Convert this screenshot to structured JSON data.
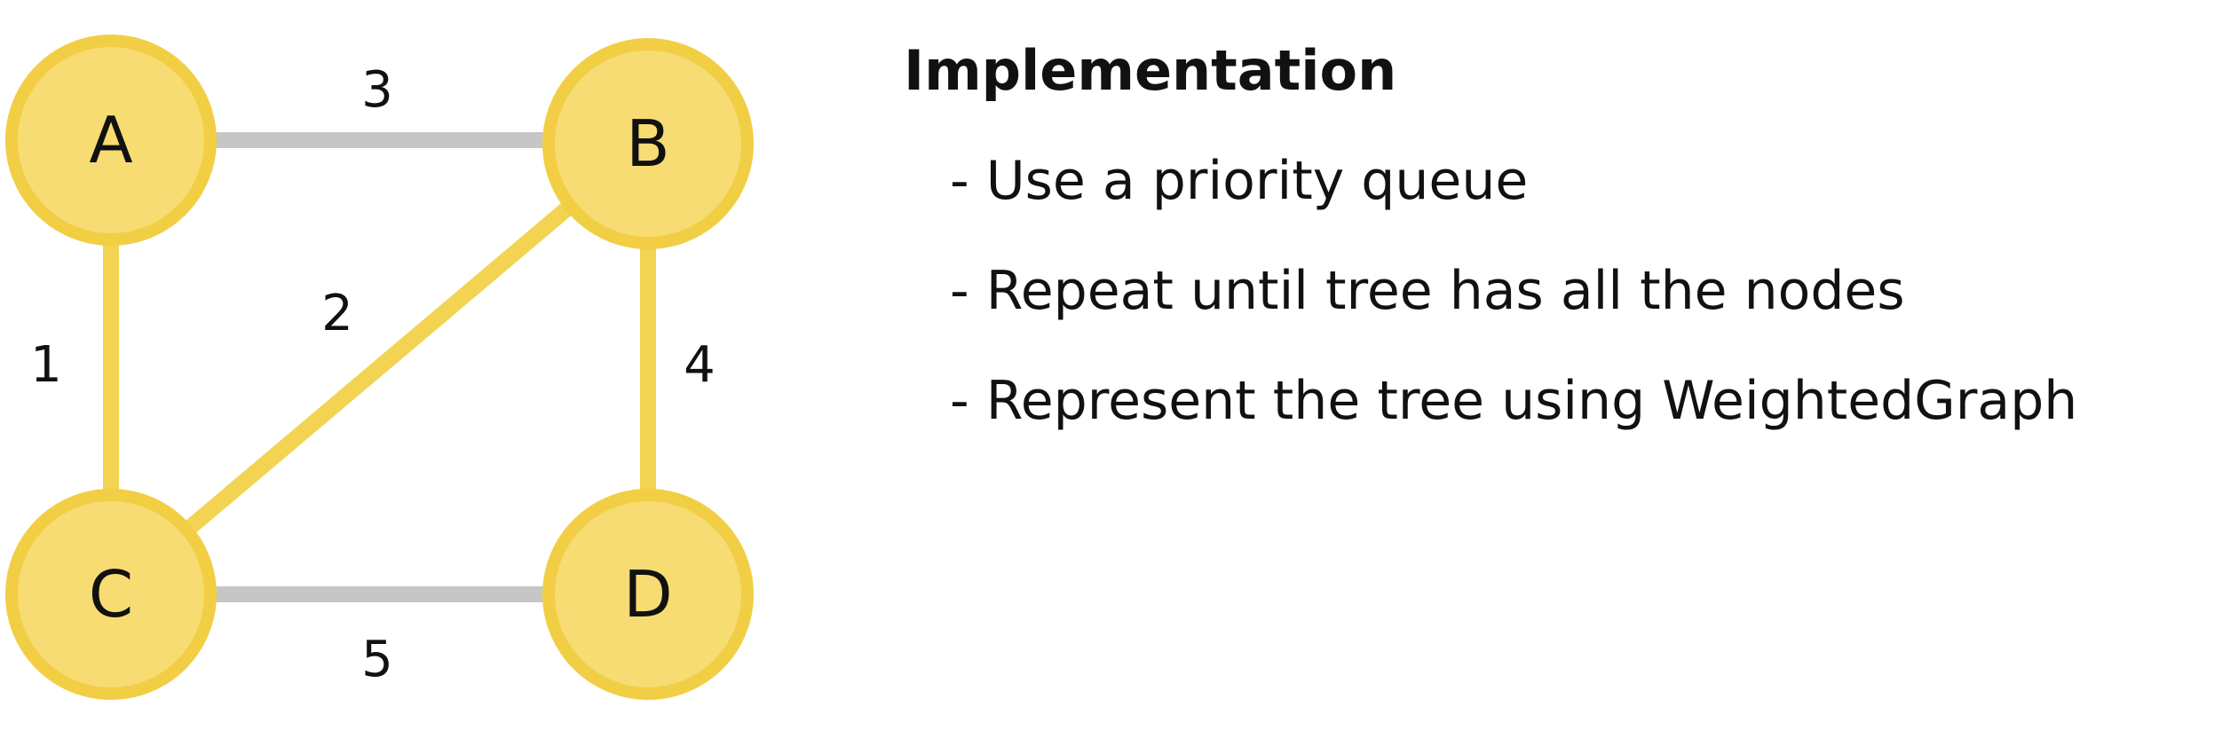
{
  "graph": {
    "nodes": [
      {
        "id": "A",
        "label": "A"
      },
      {
        "id": "B",
        "label": "B"
      },
      {
        "id": "C",
        "label": "C"
      },
      {
        "id": "D",
        "label": "D"
      }
    ],
    "edges": [
      {
        "from": "A",
        "to": "B",
        "weight": "3",
        "in_tree": false
      },
      {
        "from": "A",
        "to": "C",
        "weight": "1",
        "in_tree": true
      },
      {
        "from": "B",
        "to": "C",
        "weight": "2",
        "in_tree": true
      },
      {
        "from": "B",
        "to": "D",
        "weight": "4",
        "in_tree": true
      },
      {
        "from": "C",
        "to": "D",
        "weight": "5",
        "in_tree": false
      }
    ],
    "colors": {
      "node_fill": "#F6DC73",
      "node_ring": "#F2CE45",
      "tree_edge": "#F2D452",
      "other_edge": "#C6C6C6"
    }
  },
  "panel": {
    "title": "Implementation",
    "items": [
      "- Use a priority queue",
      "- Repeat until tree has all the nodes",
      "- Represent the tree using WeightedGraph"
    ]
  }
}
